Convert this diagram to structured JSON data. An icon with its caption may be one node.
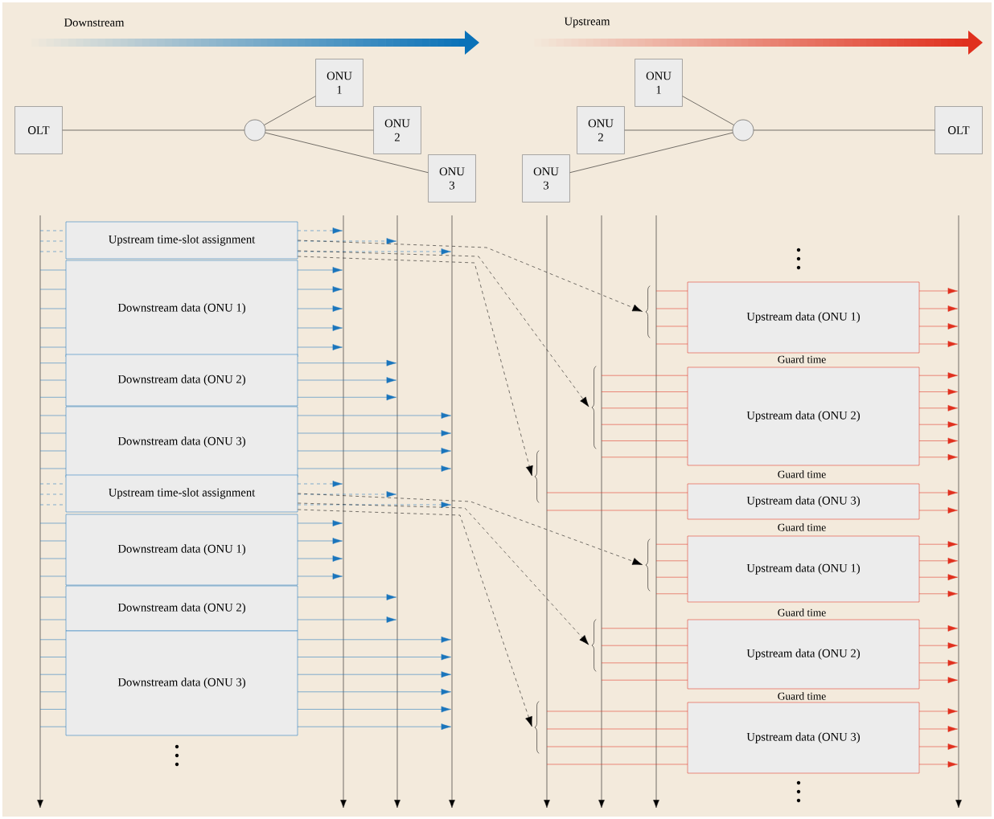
{
  "diagram": {
    "nodes": [
      {
        "text": [
          "OLT"
        ]
      },
      {
        "text": [],
        "shape": "circle"
      },
      {
        "text": [
          "ONU 1"
        ]
      },
      {
        "text": [
          "ONU 2"
        ]
      },
      {
        "text": [
          "ONU 3"
        ]
      },
      {
        "text": [
          "ONU 1"
        ]
      },
      {
        "text": [
          "ONU 2"
        ]
      },
      {
        "text": [
          "ONU 3"
        ]
      },
      {
        "text": [],
        "shape": "circle"
      },
      {
        "text": [
          "OLT"
        ]
      },
      {
        "text": [
          "Upstream time-slot assignment"
        ]
      },
      {
        "text": [
          "Downstream data (ONU 1)"
        ]
      },
      {
        "text": [
          "Downstream data (ONU 2)"
        ]
      },
      {
        "text": [
          "Downstream data (ONU 3)"
        ]
      },
      {
        "text": [
          "Upstream time-slot assignment"
        ]
      },
      {
        "text": [
          "Downstream data (ONU 1)"
        ]
      },
      {
        "text": [
          "Downstream data (ONU 2)"
        ]
      },
      {
        "text": [
          "Downstream data (ONU 3)"
        ]
      },
      {
        "text": [
          "Upstream data (ONU 1)"
        ]
      },
      {
        "text": [
          "Upstream data (ONU 2)"
        ]
      },
      {
        "text": [
          "Upstream data (ONU 3)"
        ]
      },
      {
        "text": [
          "Upstream data (ONU 1)"
        ]
      },
      {
        "text": [
          "Upstream data (ONU 2)"
        ]
      },
      {
        "text": [
          "Upstream data (ONU 3)"
        ]
      },
      {
        "text": [],
        "shape": "brace"
      },
      {
        "text": [],
        "shape": "brace"
      },
      {
        "text": [],
        "shape": "brace"
      },
      {
        "text": [],
        "shape": "brace"
      },
      {
        "text": [],
        "shape": "brace"
      },
      {
        "text": [],
        "shape": "brace"
      }
    ],
    "edges": [
      {
        "from": 0,
        "to": 1,
        "arrow": "none"
      },
      {
        "from": 1,
        "to": 2,
        "arrow": "none"
      },
      {
        "from": 1,
        "to": 3,
        "arrow": "none"
      },
      {
        "from": 1,
        "to": 4,
        "arrow": "none"
      },
      {
        "from": 9,
        "to": 8,
        "arrow": "none"
      },
      {
        "from": 8,
        "to": 5,
        "arrow": "none"
      },
      {
        "from": 8,
        "to": 6,
        "arrow": "none"
      },
      {
        "from": 8,
        "to": 7,
        "arrow": "none"
      },
      {
        "from": 10,
        "to": 24,
        "arrow": "to",
        "style": "dashed"
      },
      {
        "from": 10,
        "to": 25,
        "arrow": "to",
        "style": "dashed"
      },
      {
        "from": 10,
        "to": 26,
        "arrow": "to",
        "style": "dashed"
      },
      {
        "from": 14,
        "to": 27,
        "arrow": "to",
        "style": "dashed"
      },
      {
        "from": 14,
        "to": 28,
        "arrow": "to",
        "style": "dashed"
      },
      {
        "from": 14,
        "to": 29,
        "arrow": "to",
        "style": "dashed"
      }
    ],
    "labels": [
      "Downstream",
      "Upstream",
      "Guard time",
      "Guard time",
      "Guard time",
      "Guard time",
      "Guard time"
    ]
  }
}
